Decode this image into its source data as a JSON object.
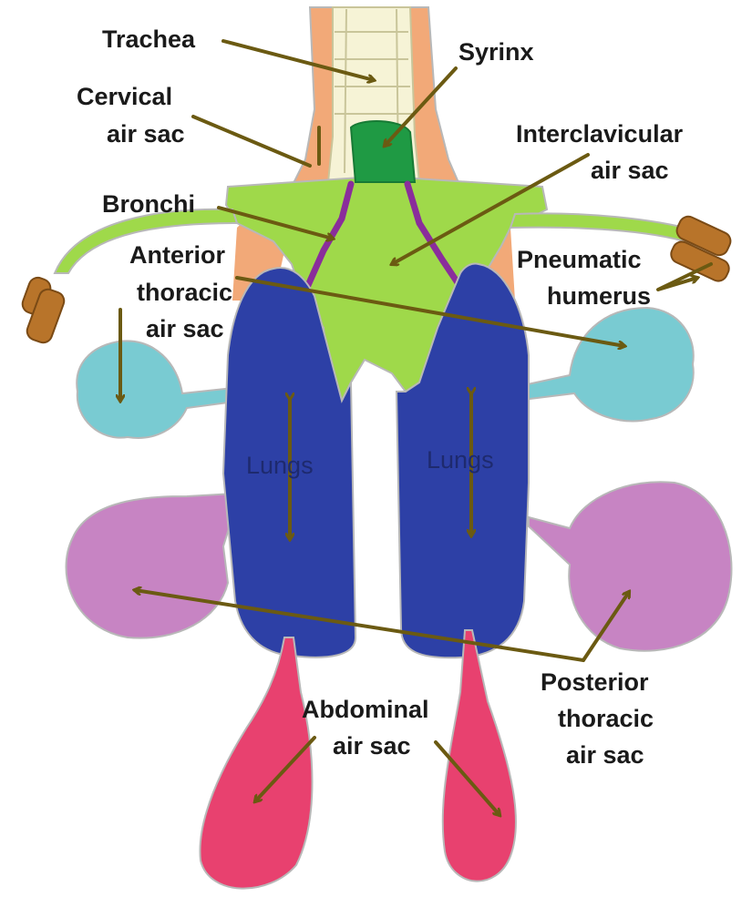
{
  "labels": {
    "trachea": "Trachea",
    "syrinx": "Syrinx",
    "cervical_1": "Cervical",
    "cervical_2": "air sac",
    "interclavicular_1": "Interclavicular",
    "interclavicular_2": "air sac",
    "bronchi": "Bronchi",
    "anterior_1": "Anterior",
    "anterior_2": "thoracic",
    "anterior_3": "air sac",
    "pneumatic_1": "Pneumatic",
    "pneumatic_2": "humerus",
    "lungs_left": "Lungs",
    "lungs_right": "Lungs",
    "abdominal_1": "Abdominal",
    "abdominal_2": "air sac",
    "posterior_1": "Posterior",
    "posterior_2": "thoracic",
    "posterior_3": "air sac"
  },
  "colors": {
    "trachea_tissue": "#f2a978",
    "trachea_rings": "#f6f3d6",
    "syrinx": "#1f9a44",
    "interclavicular_sac": "#9fd94a",
    "bronchi": "#8a2d9b",
    "lungs": "#2d40a6",
    "anterior_sacs": "#79cbd2",
    "posterior_sacs": "#c784c3",
    "abdominal_sacs": "#e8416f",
    "humerus": "#b8742a",
    "arrows": "#6b5a12"
  }
}
